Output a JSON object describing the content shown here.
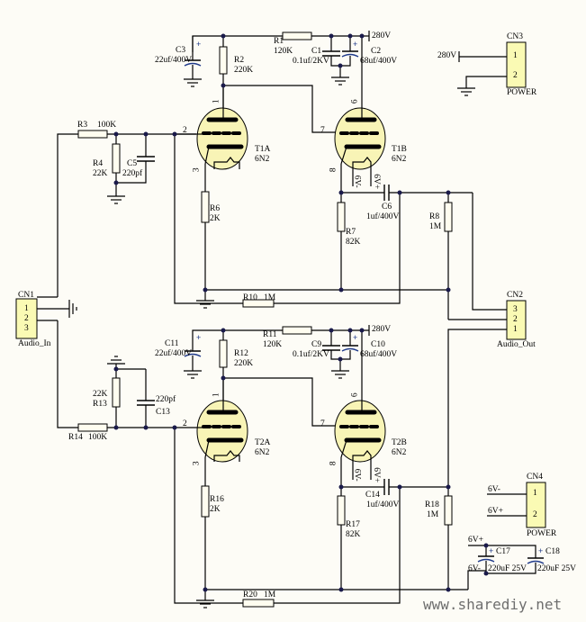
{
  "watermark": "www.sharediy.net",
  "connectors": {
    "cn1": {
      "ref": "CN1",
      "name": "Audio_In",
      "pins": [
        "1",
        "2",
        "3"
      ]
    },
    "cn2": {
      "ref": "CN2",
      "name": "Audio_Out",
      "pins": [
        "3",
        "2",
        "1"
      ]
    },
    "cn3": {
      "ref": "CN3",
      "name": "POWER",
      "pins": [
        "1",
        "2"
      ],
      "net": "280V"
    },
    "cn4": {
      "ref": "CN4",
      "name": "POWER",
      "pins": [
        "1",
        "2"
      ],
      "nets": [
        "6V-",
        "6V+"
      ]
    }
  },
  "tubes": {
    "t1a": {
      "ref": "T1A",
      "type": "6N2",
      "pins": {
        "plate": "1",
        "grid": "2",
        "cathode": "3"
      }
    },
    "t1b": {
      "ref": "T1B",
      "type": "6N2",
      "pins": {
        "plate": "6",
        "grid": "7",
        "cathode": "8"
      },
      "heater": [
        "6V-",
        "6V+"
      ]
    },
    "t2a": {
      "ref": "T2A",
      "type": "6N2",
      "pins": {
        "plate": "1",
        "grid": "2",
        "cathode": "3"
      }
    },
    "t2b": {
      "ref": "T2B",
      "type": "6N2",
      "pins": {
        "plate": "6",
        "grid": "7",
        "cathode": "8"
      },
      "heater": [
        "6V-",
        "6V+"
      ]
    }
  },
  "resistors": {
    "r1": {
      "ref": "R1",
      "value": "120K"
    },
    "r2": {
      "ref": "R2",
      "value": "220K"
    },
    "r3": {
      "ref": "R3",
      "value": "100K"
    },
    "r4": {
      "ref": "R4",
      "value": "22K"
    },
    "r6": {
      "ref": "R6",
      "value": "2K"
    },
    "r7": {
      "ref": "R7",
      "value": "82K"
    },
    "r8": {
      "ref": "R8",
      "value": "1M"
    },
    "r10": {
      "ref": "R10",
      "value": "1M"
    },
    "r11": {
      "ref": "R11",
      "value": "120K"
    },
    "r12": {
      "ref": "R12",
      "value": "220K"
    },
    "r13": {
      "ref": "R13",
      "value": "22K"
    },
    "r14": {
      "ref": "R14",
      "value": "100K"
    },
    "r16": {
      "ref": "R16",
      "value": "2K"
    },
    "r17": {
      "ref": "R17",
      "value": "82K"
    },
    "r18": {
      "ref": "R18",
      "value": "1M"
    },
    "r20": {
      "ref": "R20",
      "value": "1M"
    }
  },
  "capacitors": {
    "c1": {
      "ref": "C1",
      "value": "0.1uf/2KV"
    },
    "c2": {
      "ref": "C2",
      "value": "68uf/400V"
    },
    "c3": {
      "ref": "C3",
      "value": "22uf/400V"
    },
    "c5": {
      "ref": "C5",
      "value": "220pf"
    },
    "c6": {
      "ref": "C6",
      "value": "1uf/400V"
    },
    "c9": {
      "ref": "C9",
      "value": "0.1uf/2KV"
    },
    "c10": {
      "ref": "C10",
      "value": "68uf/400V"
    },
    "c11": {
      "ref": "C11",
      "value": "22uf/400V"
    },
    "c13": {
      "ref": "C13",
      "value": "220pf"
    },
    "c14": {
      "ref": "C14",
      "value": "1uf/400V"
    },
    "c17": {
      "ref": "C17",
      "value": "220uF 25V"
    },
    "c18": {
      "ref": "C18",
      "value": "220uF 25V"
    }
  },
  "nets": {
    "hv": "280V",
    "heater_neg": "6V-",
    "heater_pos": "6V+",
    "plus": "+"
  }
}
